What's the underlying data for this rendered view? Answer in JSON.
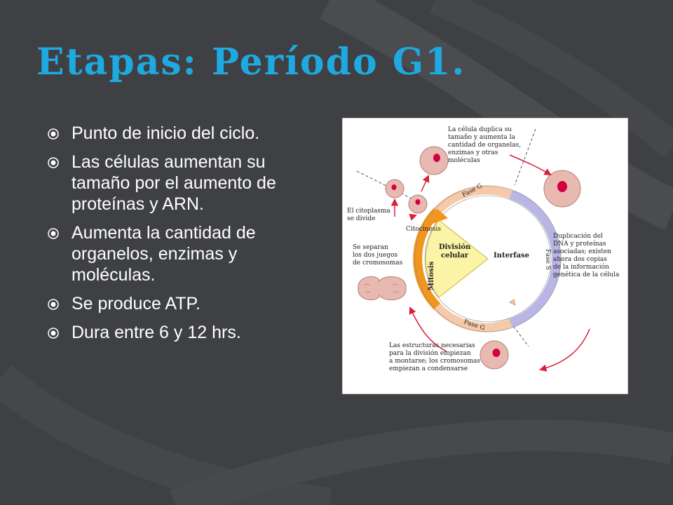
{
  "slide": {
    "title": "Etapas: Período G1.",
    "bullets": [
      {
        "text": "Punto de inicio del ciclo."
      },
      {
        "text": "Las células aumentan su tamaño por el aumento de proteínas y ARN."
      },
      {
        "text": "Aumenta la cantidad de organelos, enzimas y moléculas."
      },
      {
        "text": "Se produce ATP."
      },
      {
        "text": "Dura entre 6 y 12 hrs."
      }
    ]
  },
  "diagram": {
    "labels": {
      "top_1": "La célula duplica su",
      "top_2": "tamaño y aumenta la",
      "top_3": "cantidad de organelas,",
      "top_4": "enzimas y otras",
      "top_5": "moléculas",
      "cyto_1": "El citoplasma",
      "cyto_2": "se divide",
      "citocinesis": "Citocinesis",
      "sep_1": "Se separan",
      "sep_2": "los dos juegos",
      "sep_3": "de cromosomas",
      "mitosis": "Mitosis",
      "division_1": "División",
      "division_2": "celular",
      "interfase": "Interfase",
      "fase_g_top": "Fase G",
      "fase_s": "Fase S",
      "fase_g_bottom": "Fase G",
      "dup_1": "Duplicación del",
      "dup_2": "DNA y proteínas",
      "dup_3": "asociadas; existen",
      "dup_4": "ahora dos copias",
      "dup_5": "de la información",
      "dup_6": "genética de la célula",
      "struct_1": "Las estructuras necesarias",
      "struct_2": "para la división empiezan",
      "struct_3": "a montarse; los cromosomas",
      "struct_4": "empiezan a condensarse"
    },
    "colors": {
      "title": "#1fa9e1",
      "g_phase_band": "#f6c9a9",
      "s_phase_band": "#b9b5e4",
      "mitosis_band": "#f0961f",
      "division_wedge": "#fbf3a6",
      "cell_fill": "#e8b9b0",
      "nucleus": "#d5003f",
      "arrow_red": "#d8213a"
    }
  }
}
